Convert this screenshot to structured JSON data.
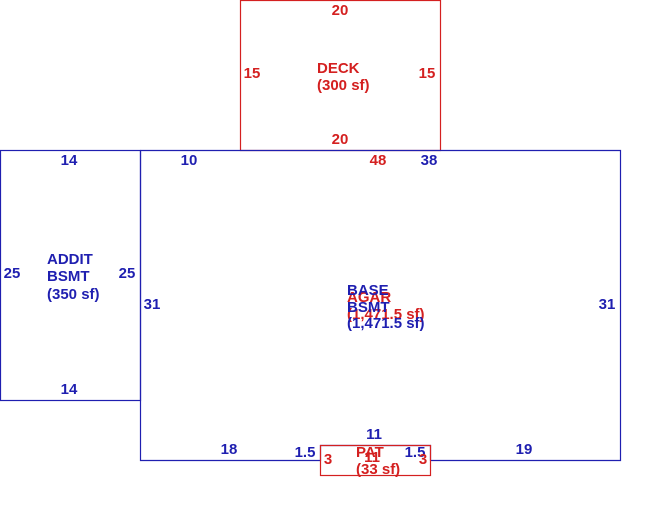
{
  "colors": {
    "blue": "#1f1fb0",
    "red": "#d42020"
  },
  "deck": {
    "name": "DECK",
    "area": "(300 sf)",
    "top": "20",
    "bottom": "20",
    "left": "15",
    "right": "15"
  },
  "addit": {
    "name_line1": "ADDIT",
    "name_line2": "BSMT",
    "area": "(350 sf)",
    "top": "14",
    "bottom": "14",
    "left": "25",
    "right": "25"
  },
  "base": {
    "name_line1": "BASE",
    "name_line2": "BSMT",
    "area": "(1,471.5 sf)",
    "top_left": "10",
    "top_right": "38",
    "left": "31",
    "right": "31",
    "bottom_left": "18",
    "bottom_right": "19",
    "notch_left": "1.5",
    "notch_right": "1.5",
    "notch_top": "11"
  },
  "agarage": {
    "name": "AGAR",
    "area": "(1,471.5 sf)",
    "top": "48"
  },
  "pat": {
    "name": "PAT",
    "area": "(33 sf)",
    "left": "3",
    "right": "3",
    "top": "11"
  }
}
